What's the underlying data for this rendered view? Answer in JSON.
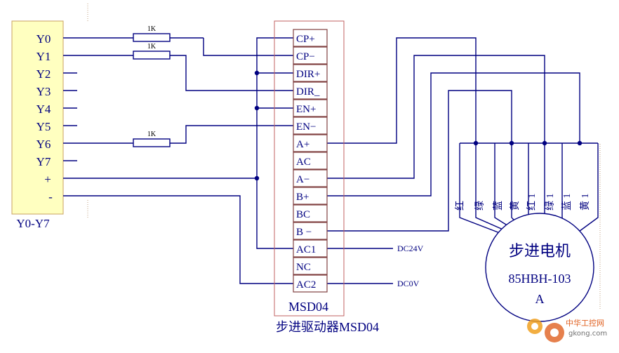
{
  "plc": {
    "outputs": [
      "Y0",
      "Y1",
      "Y2",
      "Y3",
      "Y4",
      "Y5",
      "Y6",
      "Y7"
    ],
    "plus": "+",
    "minus": "-",
    "caption": "Y0-Y7"
  },
  "resistors": [
    "1K",
    "1K",
    "1K"
  ],
  "driver": {
    "terminals": [
      "CP+",
      "CP−",
      "DIR+",
      "DIR_",
      "EN+",
      "EN−",
      "A+",
      "AC",
      "A−",
      "B+",
      "BC",
      "B −",
      "AC1",
      "NC",
      "AC2"
    ],
    "model": "MSD04",
    "caption": "步进驱动器MSD04"
  },
  "power": {
    "dc24": "DC24V",
    "dc0": "DC0V"
  },
  "motor": {
    "wires": [
      "红",
      "绿",
      "蓝",
      "黄",
      "红 1",
      "绿 1",
      "蓝 1",
      "黄 1"
    ],
    "name": "步进电机",
    "model": "85HBH-103",
    "suffix": "A"
  },
  "watermark": {
    "brand": "中华工控网",
    "url": "gkong.com"
  },
  "colors": {
    "wire": "#000080",
    "box": "#804040",
    "plcFill": "#ffffc0",
    "plcBorder": "#c8a060",
    "text": "#000080"
  }
}
